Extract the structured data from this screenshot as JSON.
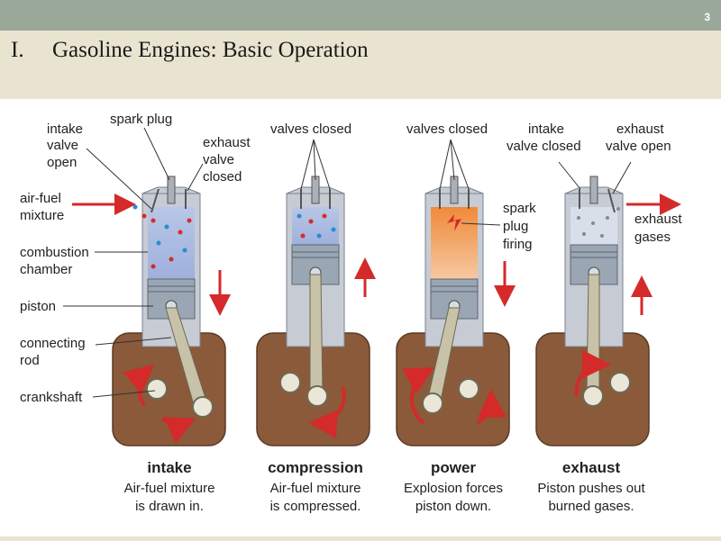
{
  "slide": {
    "number": "3",
    "title_number": "I.",
    "title": "Gasoline Engines: Basic Operation"
  },
  "labels": {
    "intake_valve_open": [
      "intake",
      "valve",
      "open"
    ],
    "spark_plug": "spark plug",
    "exhaust_valve_closed": [
      "exhaust",
      "valve",
      "closed"
    ],
    "air_fuel_mixture": [
      "air-fuel",
      "mixture"
    ],
    "combustion_chamber": [
      "combustion",
      "chamber"
    ],
    "piston": "piston",
    "connecting_rod": [
      "connecting",
      "rod"
    ],
    "crankshaft": "crankshaft",
    "valves_closed_1": "valves closed",
    "valves_closed_2": "valves closed",
    "spark_plug_firing": [
      "spark",
      "plug",
      "firing"
    ],
    "intake_valve_closed": [
      "intake",
      "valve closed"
    ],
    "exhaust_valve_open": [
      "exhaust",
      "valve open"
    ],
    "exhaust_gases": [
      "exhaust",
      "gases"
    ]
  },
  "strokes": [
    {
      "name": "intake",
      "desc": [
        "Air-fuel mixture",
        "is drawn in."
      ]
    },
    {
      "name": "compression",
      "desc": [
        "Air-fuel mixture",
        "is compressed."
      ]
    },
    {
      "name": "power",
      "desc": [
        "Explosion forces",
        "piston down."
      ]
    },
    {
      "name": "exhaust",
      "desc": [
        "Piston pushes out",
        "burned gases."
      ]
    }
  ],
  "colors": {
    "topbar": "#9aa89a",
    "block": "#8a5a3a",
    "cylinder_wall": "#c7ccd4",
    "arrow": "#d42a2a",
    "piston": "#9aa6b4",
    "rod": "#c8c3a8"
  }
}
